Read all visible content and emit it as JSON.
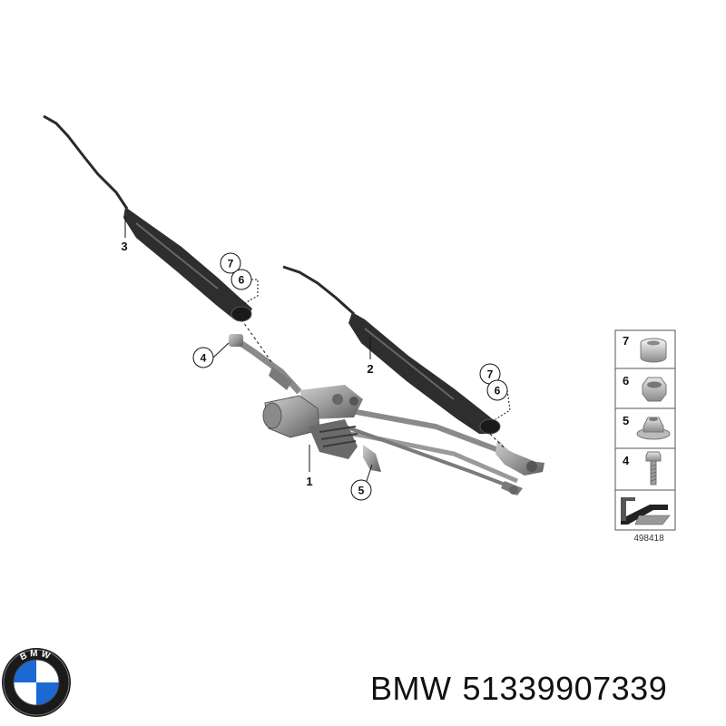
{
  "callouts": {
    "c7_left": "7",
    "c6_left": "6",
    "c4": "4",
    "c7_right": "7",
    "c6_right": "6",
    "c5": "5"
  },
  "labels": {
    "arm_left": "3",
    "arm_right": "2",
    "linkage": "1"
  },
  "legend": {
    "items": [
      "7",
      "6",
      "5",
      "4"
    ],
    "reference_number": "498418"
  },
  "logo": {
    "text": "BMW"
  },
  "caption": {
    "brand": "BMW",
    "part_number": "51339907339"
  }
}
